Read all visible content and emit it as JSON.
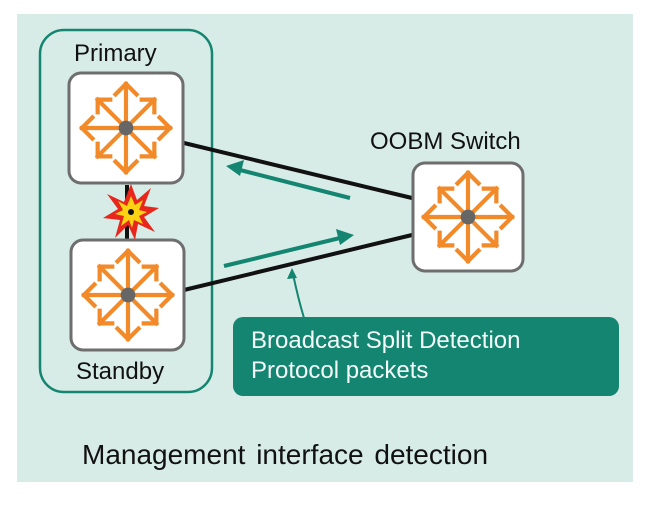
{
  "diagram": {
    "stack_group": {
      "primary_label": "Primary",
      "standby_label": "Standby"
    },
    "oobm_switch_label": "OOBM Switch",
    "callout": {
      "line1": "Broadcast Split Detection",
      "line2": "Protocol packets"
    },
    "caption": "Management interface detection",
    "colors": {
      "background": "#d7ece7",
      "teal": "#148571",
      "switch_arrow_orange": "#f28a2a",
      "switch_border": "#6e6e6e",
      "link_black": "#111111"
    },
    "icons": [
      "switch-icon",
      "switch-icon",
      "switch-icon",
      "explosion-icon"
    ]
  }
}
